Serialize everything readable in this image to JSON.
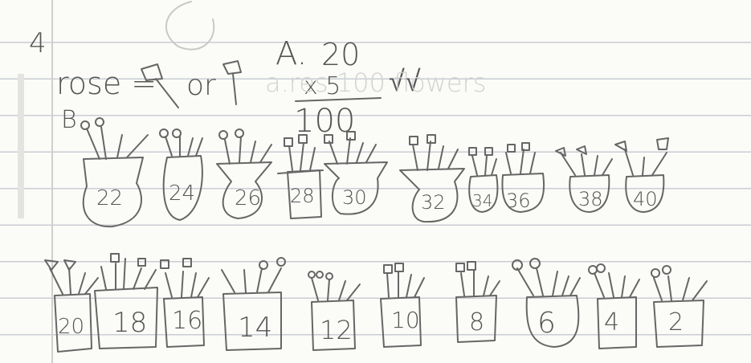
{
  "problem_number": "4",
  "legend": {
    "text": "rose =",
    "or": "or"
  },
  "work": {
    "part_a_label": "A.",
    "factor1": "20",
    "factor2": "x 5",
    "product": "100",
    "checks": "√√",
    "erased_text": "a.res 100 flowers"
  },
  "part_b_label": "B",
  "pots_row1": [
    22,
    24,
    26,
    28,
    30,
    32,
    34,
    36,
    38,
    40
  ],
  "pots_row2": [
    20,
    18,
    16,
    14,
    12,
    10,
    8,
    6,
    4,
    2
  ]
}
